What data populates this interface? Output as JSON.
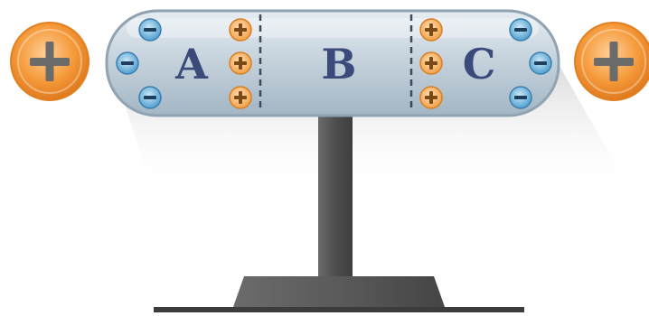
{
  "regions": [
    {
      "label": "A"
    },
    {
      "label": "B"
    },
    {
      "label": "C"
    }
  ],
  "external_charges": [
    {
      "sign": "positive",
      "icon": "plus-icon"
    },
    {
      "sign": "positive",
      "icon": "plus-icon"
    }
  ],
  "small_charges": {
    "left_end_negative": 3,
    "region_a_positive": 3,
    "region_c_positive": 3,
    "right_end_negative": 3
  },
  "colors": {
    "conductor": "#c9d5de",
    "conductor_edge": "#8fa3b3",
    "stand": "#5a5a5a",
    "base": "#4f4f4f",
    "positive_charge": "#f39a3b",
    "negative_charge": "#5aa8d6",
    "letters": "#3a4a7a"
  }
}
